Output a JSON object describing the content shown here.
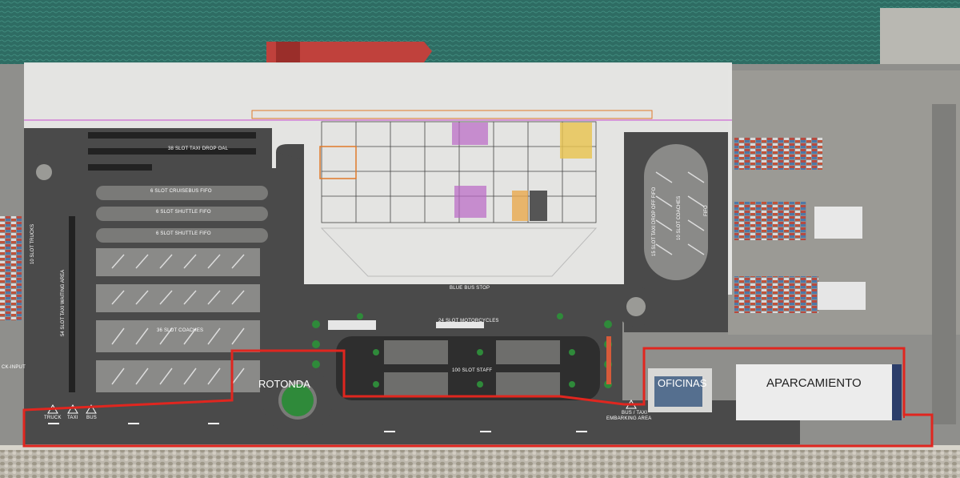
{
  "labels": {
    "taxi_drop": "38 SLOT TAXI DROP OAL",
    "cruisebus": "6 SLOT CRUISEBUS FIFO",
    "shuttle1": "6 SLOT SHUTTLE FIFO",
    "shuttle2": "6 SLOT SHUTTLE FIFO",
    "trucks": "10 SLOT TRUCKS",
    "taxi_waiting": "54 SLOT TAXI WAITING AREA",
    "coaches36": "36 SLOT COACHES",
    "blue_bus_stop": "BLUE BUS STOP",
    "motorcycles": "24 SLOT MOTORCYCLES",
    "staff": "100 SLOT STAFF",
    "taxi_dropoff_fifo": "15 SLOT TAXI DROP OFF FIFO",
    "coaches10": "10 SLOT COACHES",
    "fifo_right": "FIFO",
    "rotonda": "ROTONDA",
    "oficinas": "OFICINAS",
    "aparcamiento": "APARCAMIENTO",
    "check_input": "CK-INPUT",
    "truck": "TRUCK",
    "taxi": "TAXI",
    "bus": "BUS",
    "bus_taxi": "BUS / TAXI",
    "embarking": "EMBARKING AREA"
  },
  "colors": {
    "sea": "#2f6f66",
    "asphalt": "#4a4a4a",
    "terminal_overlay": "#ebebe8",
    "red_outline": "#e0261f",
    "green": "#2f8a3a"
  }
}
